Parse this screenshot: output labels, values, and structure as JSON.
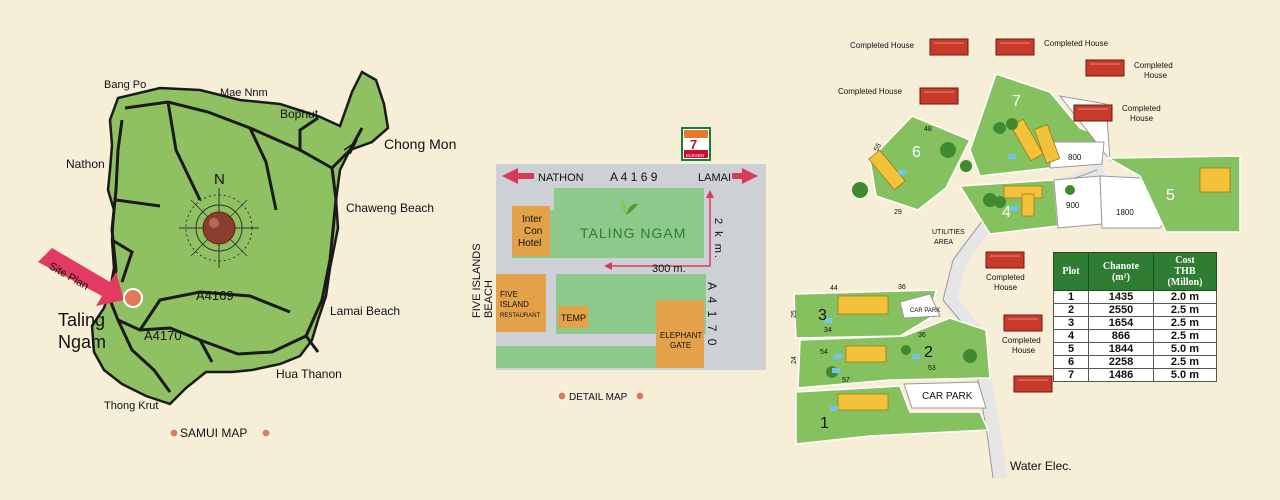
{
  "samui_map": {
    "compass": "N",
    "places": {
      "bang_po": "Bang Po",
      "mae_nnm": "Mae Nnm",
      "bophut": "Bophut",
      "chong_mon": "Chong Mon",
      "nathon": "Nathon",
      "chaweng_beach": "Chaweng Beach",
      "lamai_beach": "Lamai Beach",
      "hua_thanon": "Hua Thanon",
      "thong_krut": "Thong Krut",
      "taling_ngam_1": "Taling",
      "taling_ngam_2": "Ngam"
    },
    "roads": {
      "a4169": "A4169",
      "a4170": "A4170"
    },
    "site_plan_arrow": "Site Plan",
    "caption": "SAMUI MAP",
    "colors": {
      "land": "#8fc062",
      "road": "#1a1a1a",
      "arrow": "#e23a63",
      "marker": "#e07a5a"
    }
  },
  "detail_map": {
    "logo": "7",
    "logo_sub": "ELEVEN",
    "top_road": {
      "left": "NATHON",
      "number": "A 4 1 6 9",
      "right": "LAMAI"
    },
    "distance_vertical": "2 k m.",
    "distance_horizontal": "300 m.",
    "brand": "TALING NGAM",
    "intercon": [
      "Inter",
      "Con",
      "Hotel"
    ],
    "five_island": [
      "FIVE",
      "ISLAND",
      "RESTAURANT"
    ],
    "temp": "TEMP",
    "elephant_gate": [
      "ELEPHANT",
      "GATE"
    ],
    "a4170_vertical": "A 4 1 7 0",
    "beach_label": [
      "FIVE ISLANDS",
      "BEACH"
    ],
    "caption": "DETAIL MAP",
    "colors": {
      "road": "#cdd1d6",
      "green": "#8cc98a",
      "building": "#e3a24a",
      "arrow": "#d83a5a"
    }
  },
  "site_plan": {
    "completed_houses": [
      {
        "lines": [
          "Completed House"
        ]
      },
      {
        "lines": [
          "Completed House"
        ]
      },
      {
        "lines": [
          "Completed",
          "House"
        ]
      },
      {
        "lines": [
          "Completed House"
        ]
      },
      {
        "lines": [
          "Completed",
          "House"
        ]
      },
      {
        "lines": [
          "Completed",
          "House"
        ]
      },
      {
        "lines": [
          "Completed",
          "House"
        ]
      }
    ],
    "plot_numbers": [
      "1",
      "2",
      "3",
      "4",
      "5",
      "6",
      "7"
    ],
    "dimensions": [
      "48",
      "55",
      "29",
      "44",
      "36",
      "25",
      "34",
      "36",
      "24",
      "54",
      "53",
      "57"
    ],
    "areas": {
      "a800": "800",
      "a900": "900",
      "a1800": "1800"
    },
    "labels": {
      "utilities": [
        "UTILITIES",
        "AREA"
      ],
      "car_park_small": "CAR PARK",
      "car_park_large": "CAR PARK",
      "water_elec": "Water Elec."
    },
    "table": {
      "headers": {
        "plot": "Plot",
        "chanote": "Chanote",
        "chanote_unit": "(m²)",
        "cost": "Cost",
        "cost_unit_1": "THB",
        "cost_unit_2": "(Millon)"
      },
      "rows": [
        {
          "plot": "1",
          "chanote": "1435",
          "cost": "2.0 m"
        },
        {
          "plot": "2",
          "chanote": "2550",
          "cost": "2.5 m"
        },
        {
          "plot": "3",
          "chanote": "1654",
          "cost": "2.5 m"
        },
        {
          "plot": "4",
          "chanote": "866",
          "cost": "2.5 m"
        },
        {
          "plot": "5",
          "chanote": "1844",
          "cost": "5.0 m"
        },
        {
          "plot": "6",
          "chanote": "2258",
          "cost": "2.5 m"
        },
        {
          "plot": "7",
          "chanote": "1486",
          "cost": "5.0 m"
        }
      ]
    },
    "colors": {
      "plot_green": "#86c160",
      "house_red": "#c83a2a",
      "house_yellow": "#f2c23a",
      "road": "#e6e6e6"
    }
  }
}
